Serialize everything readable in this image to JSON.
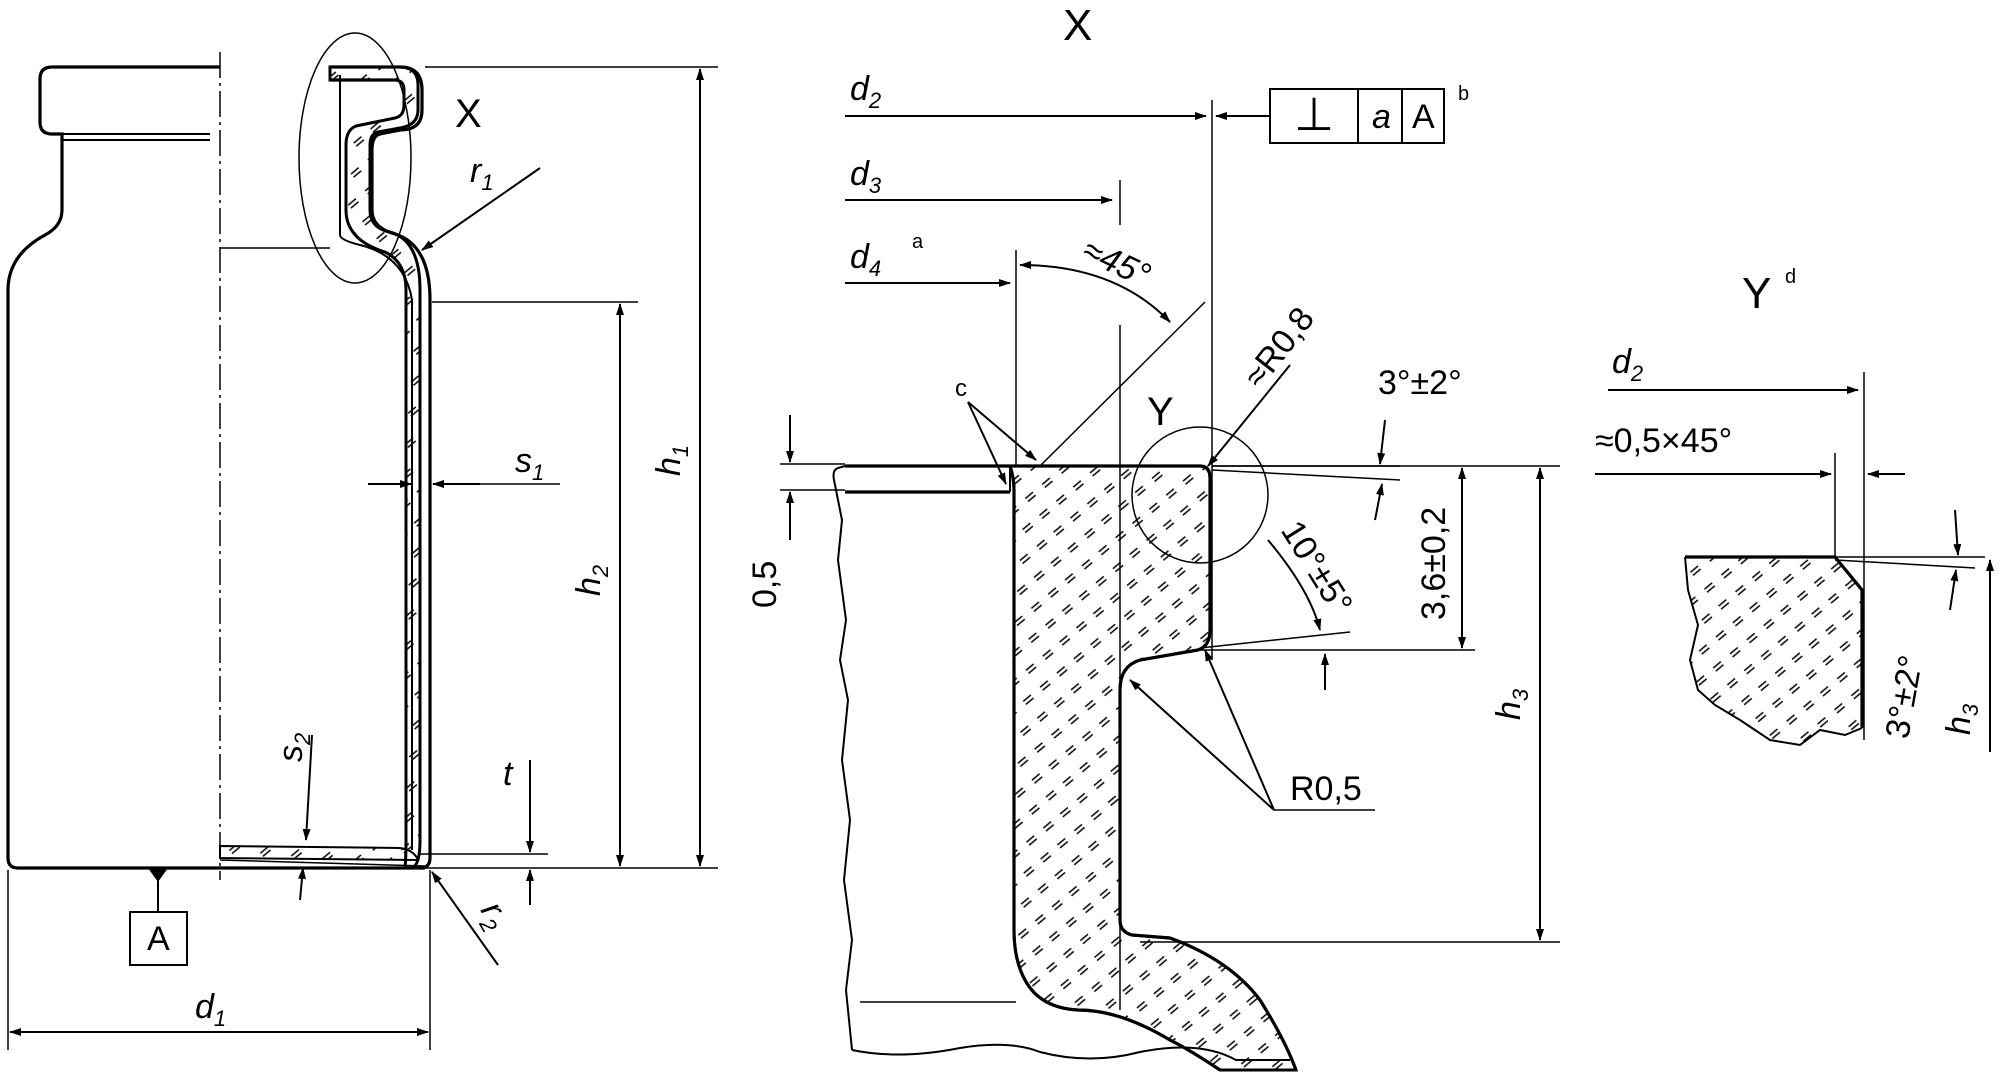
{
  "main_view": {
    "d1": "d",
    "d1_sub": "1",
    "h1": "h",
    "h1_sub": "1",
    "h2": "h",
    "h2_sub": "2",
    "s1": "s",
    "s1_sub": "1",
    "s2": "s",
    "s2_sub": "2",
    "t": "t",
    "r1": "r",
    "r1_sub": "1",
    "r2": "r",
    "r2_sub": "2",
    "datum": "A",
    "detail_x_callout": "X"
  },
  "detail_x": {
    "title": "X",
    "d2": "d",
    "d2_sub": "2",
    "d3": "d",
    "d3_sub": "3",
    "d4": "d",
    "d4_sub": "4",
    "d4_note": "a",
    "fcf_symbol": "⊥",
    "fcf_tolerance": "a",
    "fcf_datum": "A",
    "fcf_note": "b",
    "angle_45": "≈45°",
    "radius_08": "≈R0,8",
    "angle_3": "3°±2°",
    "angle_10": "10°±5°",
    "dim_36": "3,6±0,2",
    "dim_05": "0,5",
    "radius_05": "R0,5",
    "h3": "h",
    "h3_sub": "3",
    "note_c": "c",
    "detail_y_callout": "Y"
  },
  "detail_y": {
    "title": "Y",
    "title_note": "d",
    "d2": "d",
    "d2_sub": "2",
    "chamfer": "≈0,5×45°",
    "angle_3": "3°±2°",
    "h3": "h",
    "h3_sub": "3"
  }
}
